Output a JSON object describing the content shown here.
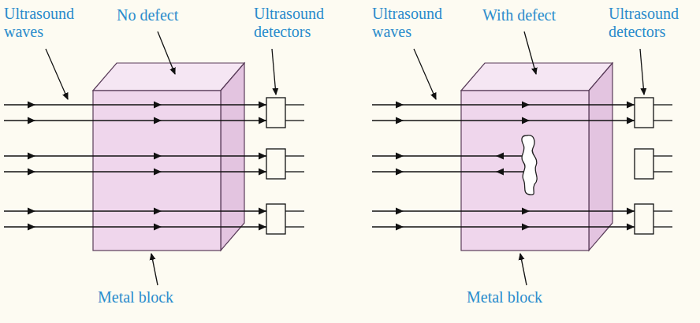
{
  "diagram": {
    "labels": [
      "Ultrasound waves",
      "No defect",
      "Ultrasound detectors",
      "Metal block",
      "Ultrasound waves",
      "With defect",
      "Ultrasound detectors",
      "Metal block"
    ]
  }
}
